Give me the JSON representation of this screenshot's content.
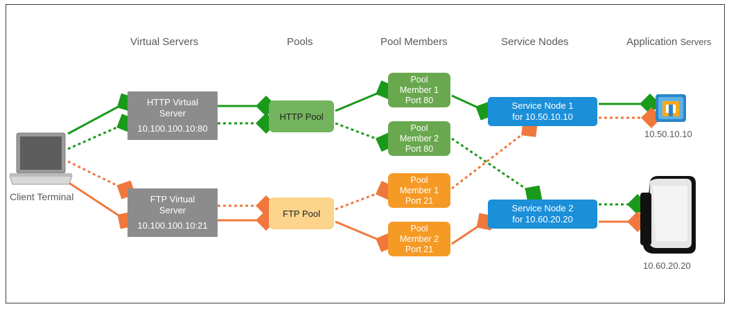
{
  "headers": {
    "virtual_servers": "Virtual Servers",
    "pools": "Pools",
    "pool_members": "Pool Members",
    "service_nodes": "Service Nodes",
    "application_servers_a": "Application",
    "application_servers_b": "Servers"
  },
  "client": {
    "label": "Client Terminal"
  },
  "http_vs": {
    "line1": "HTTP Virtual",
    "line2": "Server",
    "ip": "10.100.100.10:80"
  },
  "ftp_vs": {
    "line1": "FTP Virtual",
    "line2": "Server",
    "ip": "10.100.100.10:21"
  },
  "http_pool": {
    "label": "HTTP Pool"
  },
  "ftp_pool": {
    "label": "FTP Pool"
  },
  "http_member1": {
    "l1": "Pool",
    "l2": "Member 1",
    "l3": "Port 80"
  },
  "http_member2": {
    "l1": "Pool",
    "l2": "Member 2",
    "l3": "Port 80"
  },
  "ftp_member1": {
    "l1": "Pool",
    "l2": "Member 1",
    "l3": "Port 21"
  },
  "ftp_member2": {
    "l1": "Pool",
    "l2": "Member 2",
    "l3": "Port 21"
  },
  "svc1": {
    "l1": "Service Node 1",
    "l2": "for 10.50.10.10"
  },
  "svc2": {
    "l1": "Service Node 2",
    "l2": "for 10.60.20.20"
  },
  "app1": {
    "ip": "10.50.10.10",
    "icon": "vm-app-icon"
  },
  "app2": {
    "ip": "10.60.20.20",
    "icon": "server-tower-icon"
  },
  "colors": {
    "http_green": "#1a9a1a",
    "ftp_orange": "#f0783c",
    "vs_gray": "#8c8c8c",
    "http_pool_fill": "#74b45e",
    "ftp_pool_fill": "#fcd48c",
    "member_green": "#6aa84f",
    "member_orange": "#f59a25",
    "service_blue": "#1b8fd8"
  }
}
